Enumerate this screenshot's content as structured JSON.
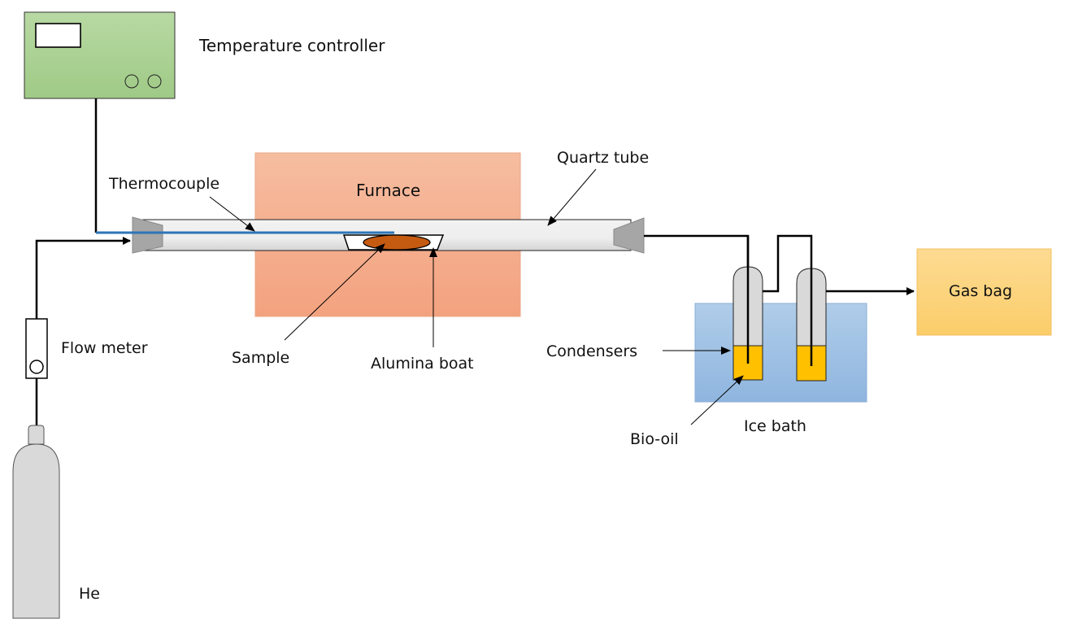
{
  "diagram": {
    "type": "pyrolysis-apparatus-schematic",
    "labels": {
      "temperature_controller": "Temperature controller",
      "thermocouple": "Thermocouple",
      "furnace": "Furnace",
      "quartz_tube": "Quartz tube",
      "flow_meter": "Flow meter",
      "sample": "Sample",
      "alumina_boat": "Alumina boat",
      "condensers": "Condensers",
      "bio_oil": "Bio-oil",
      "ice_bath": "Ice bath",
      "gas_bag": "Gas bag",
      "gas_cylinder": "He"
    },
    "colors": {
      "controller_fill": "#a9d08e",
      "furnace_fill": "#f4b183",
      "tube_fill": "#e8e8e8",
      "thermocouple_wire": "#2e75b6",
      "sample_fill": "#c55a11",
      "ice_bath_fill": "#9dc3e6",
      "bio_oil_fill": "#ffc000",
      "gas_bag_fill": "#ffd966",
      "cylinder_fill": "#d9d9d9",
      "connector_fill": "#a6a6a6",
      "line": "#000000"
    },
    "flow_sequence": [
      "He",
      "Flow meter",
      "Quartz tube",
      "Condensers",
      "Gas bag"
    ]
  }
}
